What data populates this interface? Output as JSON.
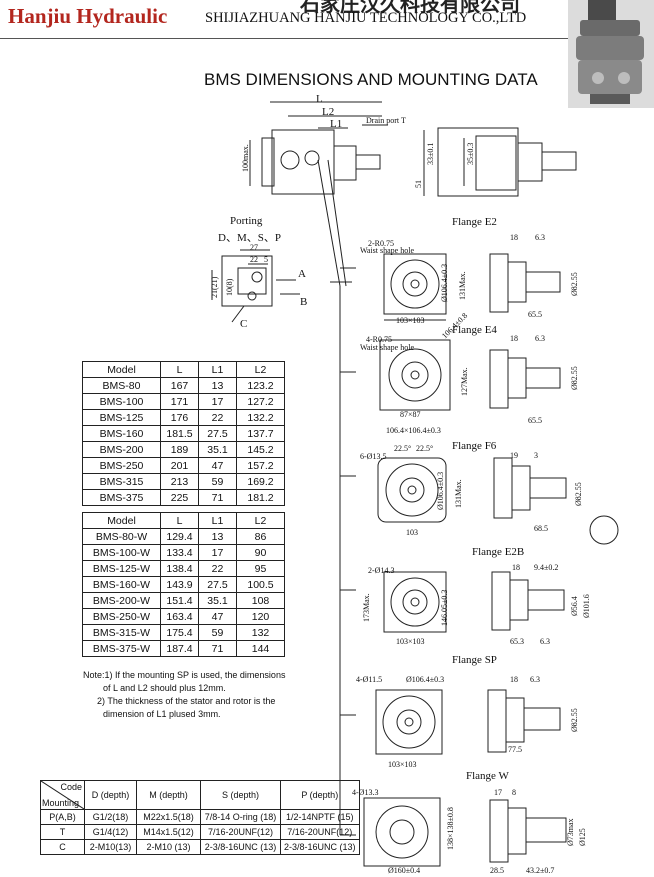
{
  "header": {
    "brand": "Hanjiu Hydraulic",
    "company": "SHIJIAZHUANG HANJIU TECHNOLOGY CO.,LTD"
  },
  "title": "BMS DIMENSIONS AND MOUNTING DATA",
  "main_drawing": {
    "dims": [
      "L",
      "L2",
      "L1"
    ],
    "drain_port": "Drain port T",
    "height_left": "100max.",
    "height_right_1": "51",
    "height_right_2": "33±0.1",
    "height_right_3": "35±0.3"
  },
  "porting": {
    "title": "Porting",
    "types": "D、M、S、P",
    "dims": [
      "27",
      "22",
      "5",
      "21(21)",
      "10(8)"
    ],
    "labels": [
      "A",
      "B",
      "C"
    ]
  },
  "flanges": [
    {
      "name": "Flange E2",
      "notes": [
        "2-R0.75",
        "Waist shape hole",
        "Ø106.4±0.3",
        "131Max.",
        "103×103",
        "18",
        "6.3",
        "65.5",
        "Ø82.55"
      ]
    },
    {
      "name": "Flange E4",
      "notes": [
        "4-R0.75",
        "Waist shape hole",
        "106.4±0.8",
        "127Max.",
        "87×87",
        "106.4×106.4±0.3",
        "18",
        "6.3",
        "65.5",
        "Ø82.55"
      ]
    },
    {
      "name": "Flange F6",
      "notes": [
        "6-Ø13.5",
        "22.5°",
        "22.5°",
        "Ø106.4±0.3",
        "131Max.",
        "103",
        "19",
        "3",
        "68.5",
        "Ø82.55"
      ]
    },
    {
      "name": "Flange E2B",
      "notes": [
        "2-Ø14.3",
        "173Max.",
        "146.05±0.3",
        "103×103",
        "18",
        "9.4±0.2",
        "Ø56.4",
        "Ø101.6",
        "65.3",
        "6.3"
      ]
    },
    {
      "name": "Flange SP",
      "notes": [
        "4-Ø11.5",
        "Ø106.4±0.3",
        "103×103",
        "18",
        "6.3",
        "77.5",
        "Ø82.55"
      ]
    },
    {
      "name": "Flange W",
      "notes": [
        "4-Ø13.3",
        "138×138±0.8",
        "Ø160±0.4",
        "17",
        "8",
        "Ø73max",
        "Ø125",
        "28.5",
        "43.2±0.7"
      ]
    }
  ],
  "table1": {
    "headers": [
      "Model",
      "L",
      "L1",
      "L2"
    ],
    "rows": [
      [
        "BMS-80",
        "167",
        "13",
        "123.2"
      ],
      [
        "BMS-100",
        "171",
        "17",
        "127.2"
      ],
      [
        "BMS-125",
        "176",
        "22",
        "132.2"
      ],
      [
        "BMS-160",
        "181.5",
        "27.5",
        "137.7"
      ],
      [
        "BMS-200",
        "189",
        "35.1",
        "145.2"
      ],
      [
        "BMS-250",
        "201",
        "47",
        "157.2"
      ],
      [
        "BMS-315",
        "213",
        "59",
        "169.2"
      ],
      [
        "BMS-375",
        "225",
        "71",
        "181.2"
      ]
    ]
  },
  "table2": {
    "headers": [
      "Model",
      "L",
      "L1",
      "L2"
    ],
    "rows": [
      [
        "BMS-80-W",
        "129.4",
        "13",
        "86"
      ],
      [
        "BMS-100-W",
        "133.4",
        "17",
        "90"
      ],
      [
        "BMS-125-W",
        "138.4",
        "22",
        "95"
      ],
      [
        "BMS-160-W",
        "143.9",
        "27.5",
        "100.5"
      ],
      [
        "BMS-200-W",
        "151.4",
        "35.1",
        "108"
      ],
      [
        "BMS-250-W",
        "163.4",
        "47",
        "120"
      ],
      [
        "BMS-315-W",
        "175.4",
        "59",
        "132"
      ],
      [
        "BMS-375-W",
        "187.4",
        "71",
        "144"
      ]
    ]
  },
  "note": {
    "lines": [
      "Note:1) If the mounting SP is used, the dimensions",
      "of L and L2 should plus 12mm.",
      "2) The thickness of the stator and rotor is the",
      "dimension of L1 plused 3mm."
    ]
  },
  "port_table": {
    "corner_top": "Code",
    "corner_bottom": "Mounting",
    "headers": [
      "D (depth)",
      "M (depth)",
      "S (depth)",
      "P (depth)"
    ],
    "rows": [
      [
        "P(A,B)",
        "G1/2(18)",
        "M22x1.5(18)",
        "7/8-14 O-ring (18)",
        "1/2-14NPTF (15)"
      ],
      [
        "T",
        "G1/4(12)",
        "M14x1.5(12)",
        "7/16-20UNF(12)",
        "7/16-20UNF(12)"
      ],
      [
        "C",
        "2-M10(13)",
        "2-M10 (13)",
        "2-3/8-16UNC (13)",
        "2-3/8-16UNC (13)"
      ]
    ]
  }
}
